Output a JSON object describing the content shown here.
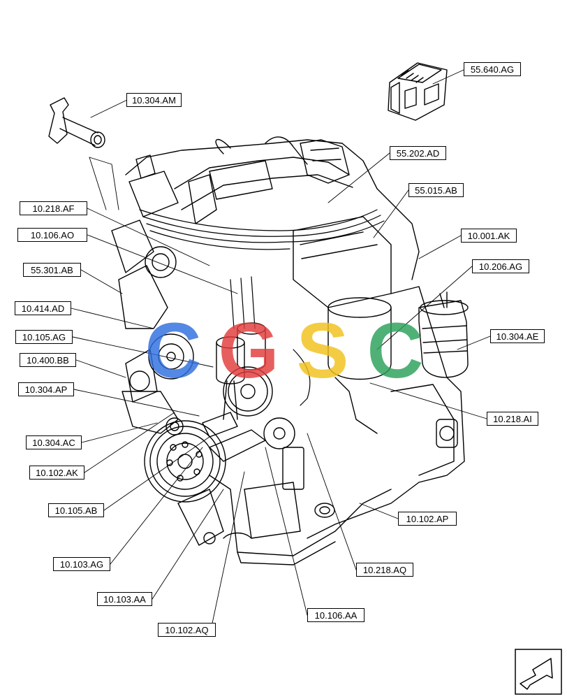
{
  "diagram": {
    "callouts": [
      {
        "id": "c-55640ag",
        "label": "55.640.AG"
      },
      {
        "id": "c-10304am",
        "label": "10.304.AM"
      },
      {
        "id": "c-55202ad",
        "label": "55.202.AD"
      },
      {
        "id": "c-55015ab",
        "label": "55.015.AB"
      },
      {
        "id": "c-10218af",
        "label": "10.218.AF"
      },
      {
        "id": "c-10106ao",
        "label": "10.106.AO"
      },
      {
        "id": "c-10001ak",
        "label": "10.001.AK"
      },
      {
        "id": "c-55301ab",
        "label": "55.301.AB"
      },
      {
        "id": "c-10206ag",
        "label": "10.206.AG"
      },
      {
        "id": "c-10414ad",
        "label": "10.414.AD"
      },
      {
        "id": "c-10105ag",
        "label": "10.105.AG"
      },
      {
        "id": "c-10304ae",
        "label": "10.304.AE"
      },
      {
        "id": "c-10400bb",
        "label": "10.400.BB"
      },
      {
        "id": "c-10304ap",
        "label": "10.304.AP"
      },
      {
        "id": "c-10218ai",
        "label": "10.218.AI"
      },
      {
        "id": "c-10304ac",
        "label": "10.304.AC"
      },
      {
        "id": "c-10102ak",
        "label": "10.102.AK"
      },
      {
        "id": "c-10105ab",
        "label": "10.105.AB"
      },
      {
        "id": "c-10102ap",
        "label": "10.102.AP"
      },
      {
        "id": "c-10103ag",
        "label": "10.103.AG"
      },
      {
        "id": "c-10218aq",
        "label": "10.218.AQ"
      },
      {
        "id": "c-10103aa",
        "label": "10.103.AA"
      },
      {
        "id": "c-10106aa",
        "label": "10.106.AA"
      },
      {
        "id": "c-10102aq",
        "label": "10.102.AQ"
      }
    ],
    "watermark": {
      "text": "CGSC",
      "colors": [
        "#2f6fe0",
        "#e23b3b",
        "#f2c21b",
        "#2aa05a"
      ]
    },
    "nav_icon": "next-page-arrow-icon"
  }
}
